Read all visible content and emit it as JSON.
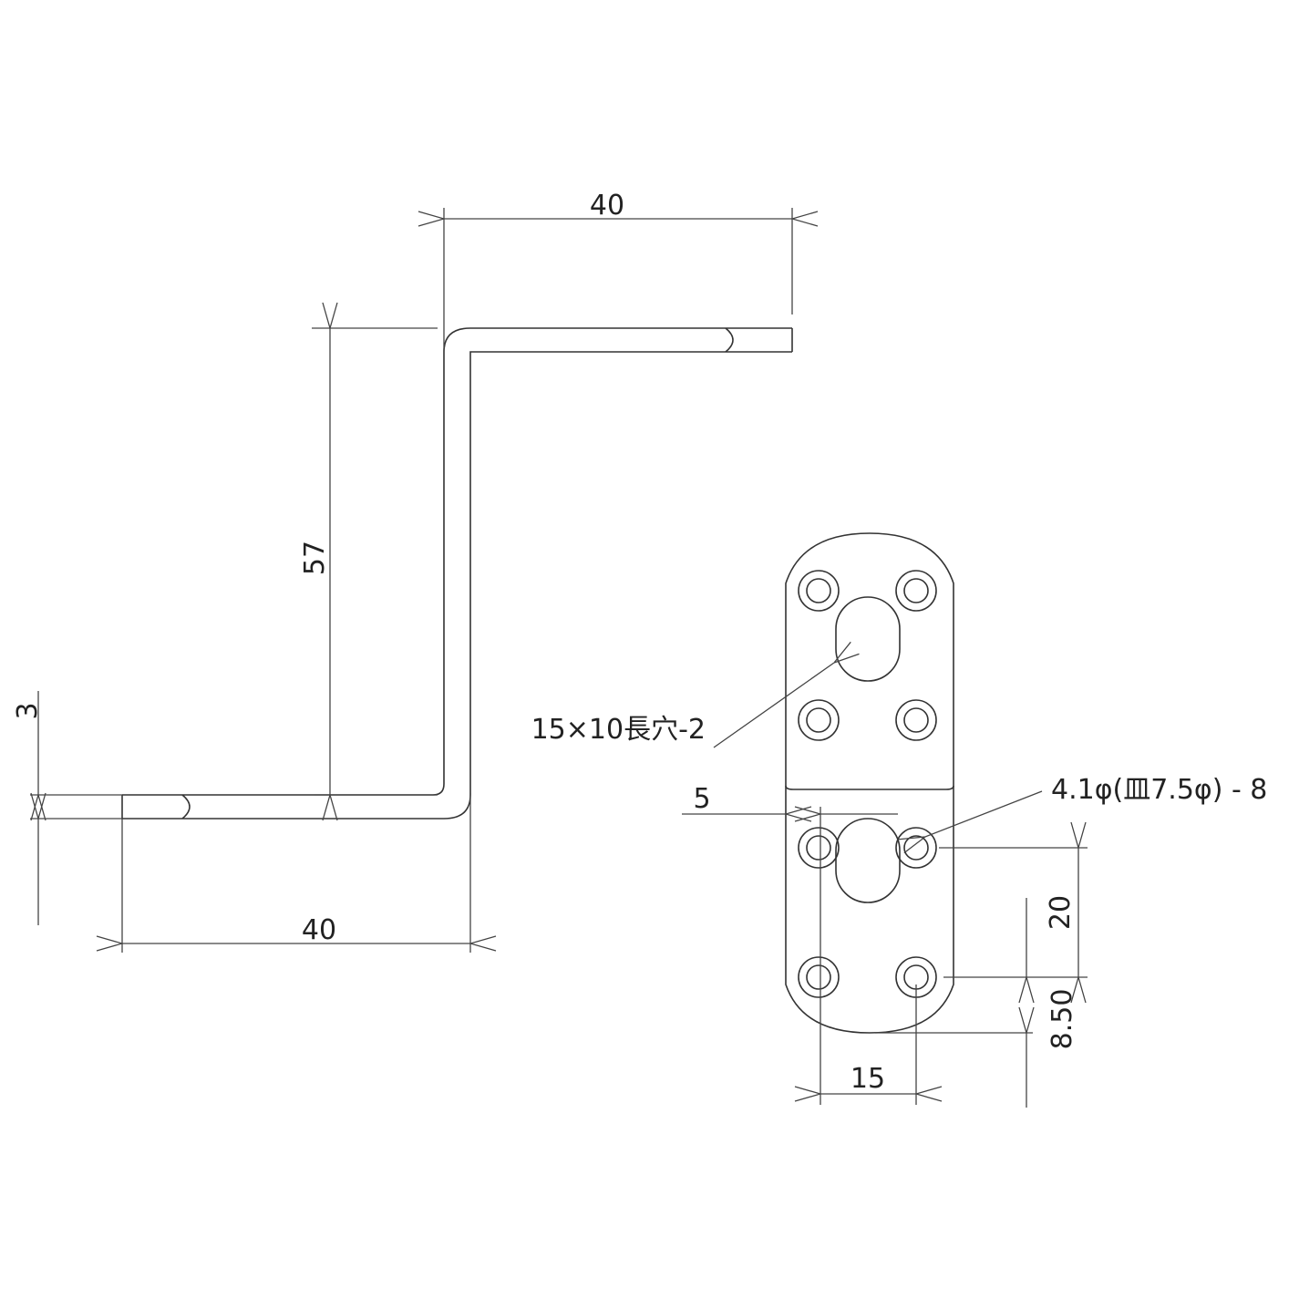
{
  "side_view": {
    "dim_top_width": "40",
    "dim_height": "57",
    "dim_thickness": "3",
    "dim_bottom_width": "40"
  },
  "plate_view": {
    "slot_label": "15×10長穴-2",
    "hole_label": "4.1φ(皿7.5φ) - 8",
    "dim_edge": "5",
    "dim_hole_pitch_vertical": "20",
    "dim_end_distance": "8.50",
    "dim_hole_pitch_horizontal": "15"
  },
  "colors": {
    "line": "#333333",
    "background": "#ffffff"
  }
}
